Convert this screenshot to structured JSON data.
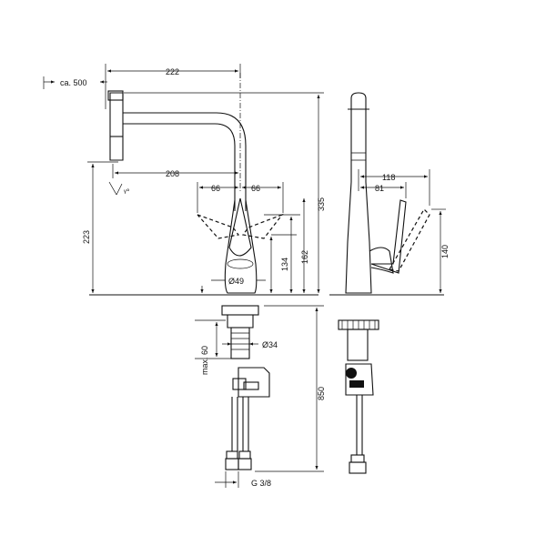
{
  "drawing": {
    "dimensions": {
      "hose_extension": "ca. 500",
      "spout_reach": "222",
      "aerator_reach": "208",
      "angle_symbol": "ᵞ°",
      "swing_left": "66",
      "swing_right": "66",
      "outlet_height": "223",
      "base_diameter": "Ø49",
      "lever_height_low": "134",
      "lever_height_high": "162",
      "total_height": "335",
      "max_thickness": "max. 60",
      "shank_diameter": "Ø34",
      "hose_length": "850",
      "connection_thread": "G 3/8",
      "side_reach_outer": "118",
      "side_reach_inner": "81",
      "side_lever_height": "140"
    }
  }
}
